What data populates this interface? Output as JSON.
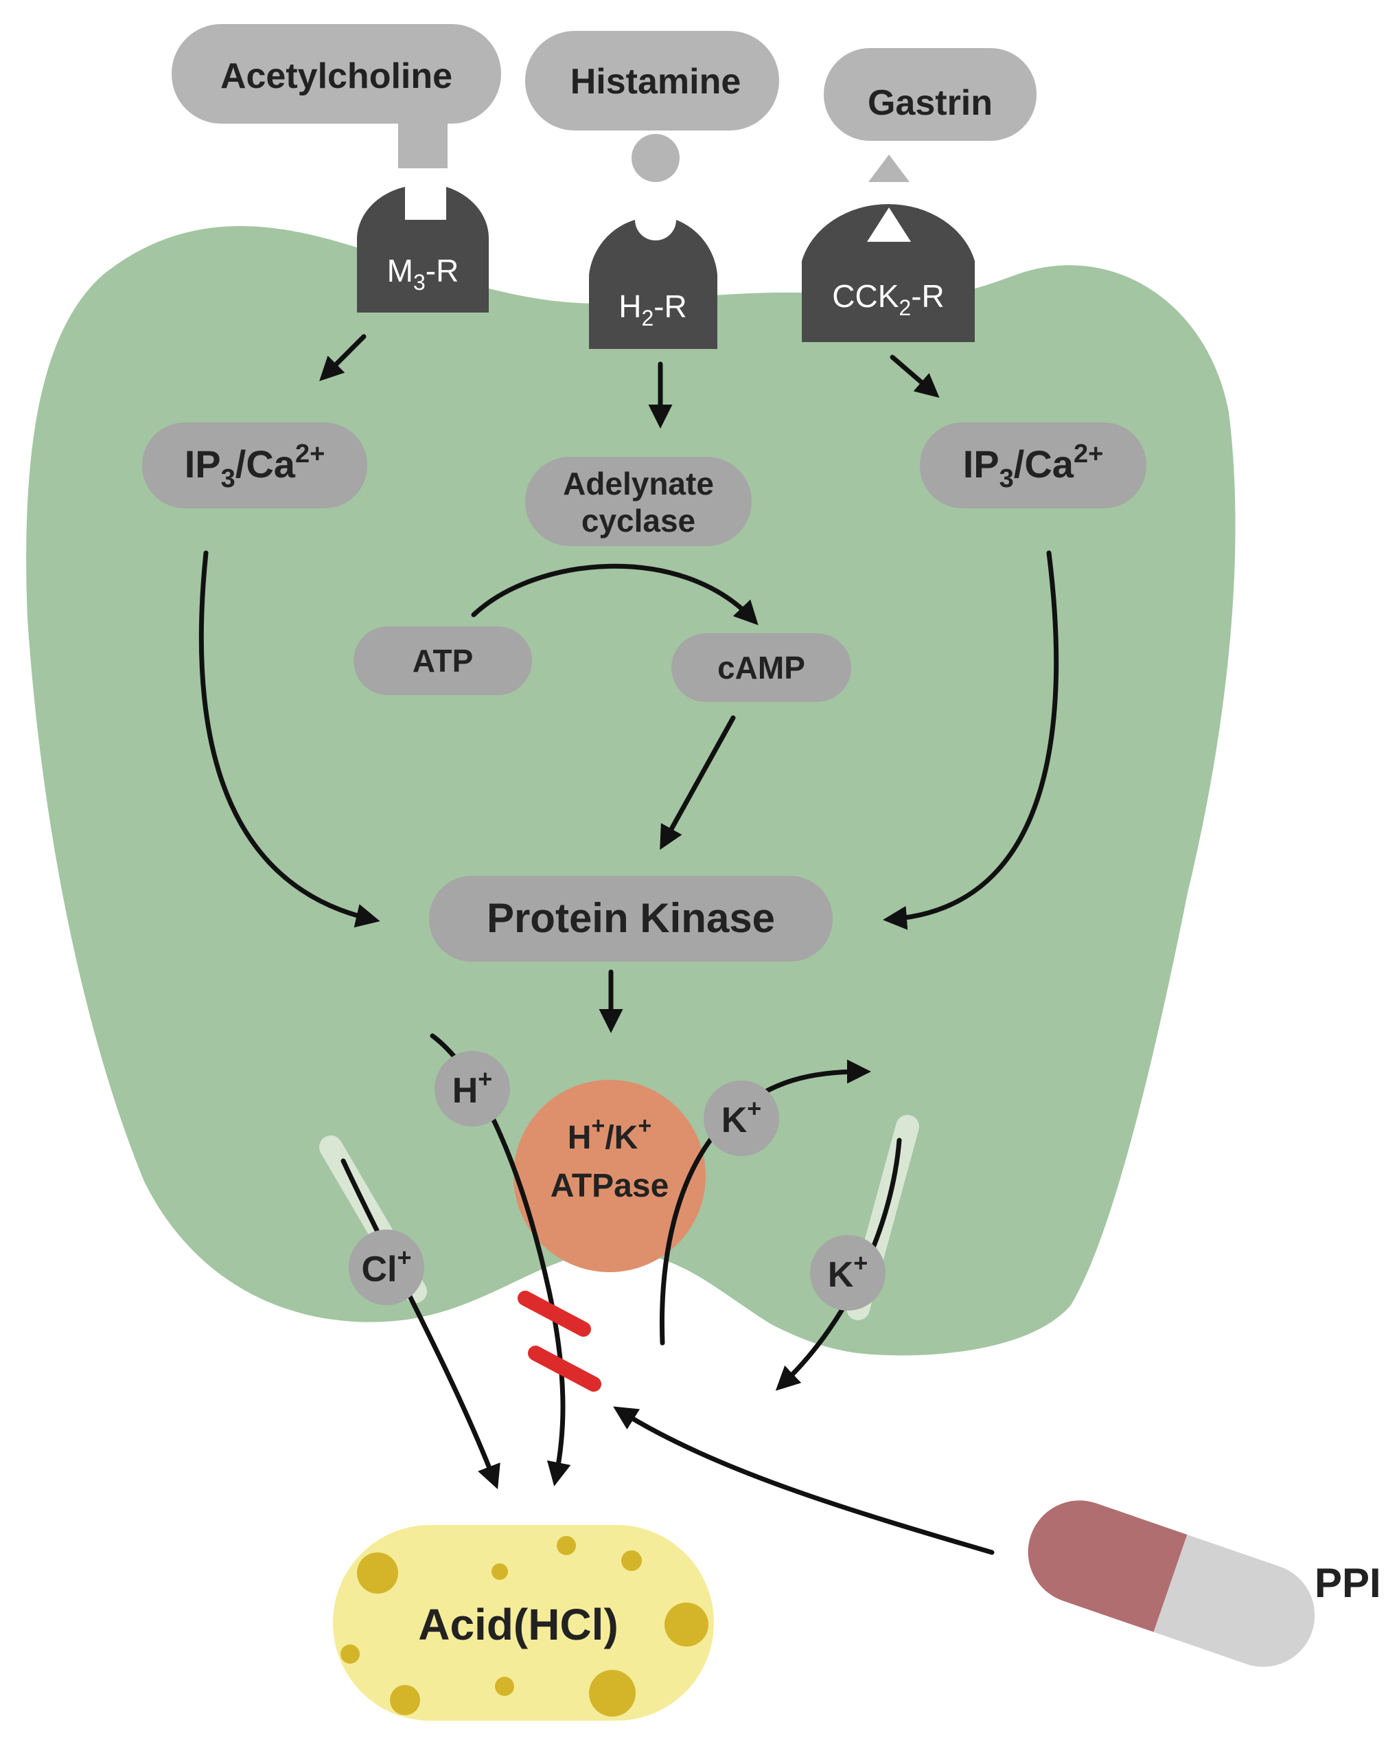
{
  "ligands": {
    "acetylcholine": "Acetylcholine",
    "histamine": "Histamine",
    "gastrin": "Gastrin"
  },
  "receptors": {
    "m3": {
      "base": "M",
      "sub": "3",
      "suffix": "-R"
    },
    "h2": {
      "base": "H",
      "sub": "2",
      "suffix": "-R"
    },
    "cck2": {
      "base": "CCK",
      "sub": "2",
      "suffix": "-R"
    }
  },
  "messengers": {
    "ip3_left": {
      "a": "IP",
      "sub": "3",
      "b": "/Ca",
      "sup": "2+"
    },
    "ip3_right": {
      "a": "IP",
      "sub": "3",
      "b": "/Ca",
      "sup": "2+"
    },
    "adenylate_line1": "Adelynate",
    "adenylate_line2": "cyclase",
    "atp": "ATP",
    "camp": "cAMP",
    "protein_kinase": "Protein Kinase"
  },
  "pump": {
    "line1_a": "H",
    "line1_sup1": "+",
    "line1_b": "/K",
    "line1_sup2": "+",
    "line2": "ATPase"
  },
  "ions": {
    "h": {
      "base": "H",
      "sup": "+"
    },
    "k_top": {
      "base": "K",
      "sup": "+"
    },
    "k_right": {
      "base": "K",
      "sup": "+"
    },
    "cl": {
      "base": "Cl",
      "sup": "+"
    }
  },
  "acid": "Acid(HCl)",
  "drug": "PPI",
  "colors": {
    "cell": "#a3c5a2",
    "node_gray": "#a6a6a6",
    "receptor": "#4a4a4a",
    "ligand": "#b5b5b5",
    "pump": "#de906c",
    "acid_fill": "#f5ec9a",
    "acid_dots": "#d4b52a",
    "block": "#dd2b2b",
    "pill_red": "#b06e70",
    "pill_gray": "#d2d2d2"
  }
}
